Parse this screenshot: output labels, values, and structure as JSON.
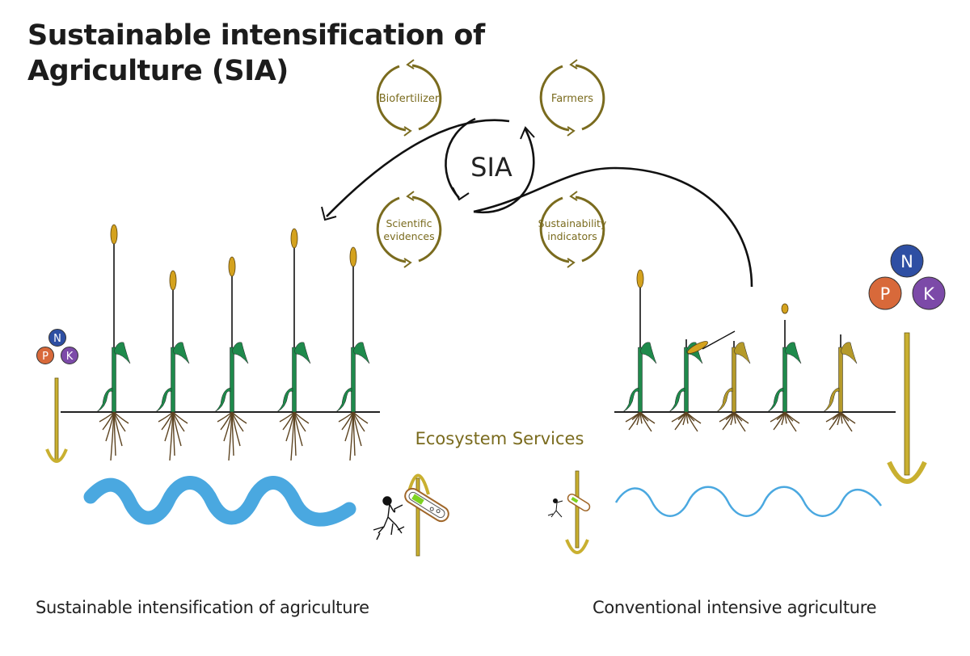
{
  "title": {
    "line1": "Sustainable intensification of",
    "line2": "Agriculture (SIA)"
  },
  "hub": {
    "label": "SIA"
  },
  "cycles": [
    {
      "id": "biofertilizer",
      "lines": [
        "Biofertilizer"
      ]
    },
    {
      "id": "farmers",
      "lines": [
        "Farmers"
      ]
    },
    {
      "id": "scientific-evidences",
      "lines": [
        "Scientific",
        "evidences"
      ]
    },
    {
      "id": "sustainability-indicators",
      "lines": [
        "Sustainability",
        "indicators"
      ]
    }
  ],
  "ecosystem_services": {
    "label": "Ecosystem Services"
  },
  "nutrients": {
    "n": "N",
    "p": "P",
    "k": "K"
  },
  "left_panel": {
    "caption": "Sustainable intensification of agriculture",
    "plants": [
      {
        "status": "healthy",
        "spike": true
      },
      {
        "status": "healthy",
        "spike": true
      },
      {
        "status": "healthy",
        "spike": true
      },
      {
        "status": "healthy",
        "spike": true
      },
      {
        "status": "healthy",
        "spike": true
      }
    ],
    "fertilizer_input": "low",
    "water_flow": "high",
    "biological_service": "high"
  },
  "right_panel": {
    "caption": "Conventional intensive agriculture",
    "plants": [
      {
        "status": "healthy",
        "spike": true
      },
      {
        "status": "lodged",
        "spike": true
      },
      {
        "status": "yellowing",
        "spike": false
      },
      {
        "status": "healthy",
        "spike": true
      },
      {
        "status": "yellowing",
        "spike": false
      }
    ],
    "fertilizer_input": "high",
    "water_flow": "low",
    "biological_service": "low"
  },
  "colors": {
    "olive": "#7a6b1e",
    "arrow_gold": "#c9b030",
    "leaf_green": "#1f8a4c",
    "leaf_yellow": "#b59a2a",
    "spike_gold": "#d4a21e",
    "root_brown": "#5c4320",
    "water_blue": "#4aa8e0",
    "n_blue": "#2e4fa3",
    "p_orange": "#d8693a",
    "k_purple": "#7c4aa8",
    "bacteria_green": "#7ed321"
  }
}
